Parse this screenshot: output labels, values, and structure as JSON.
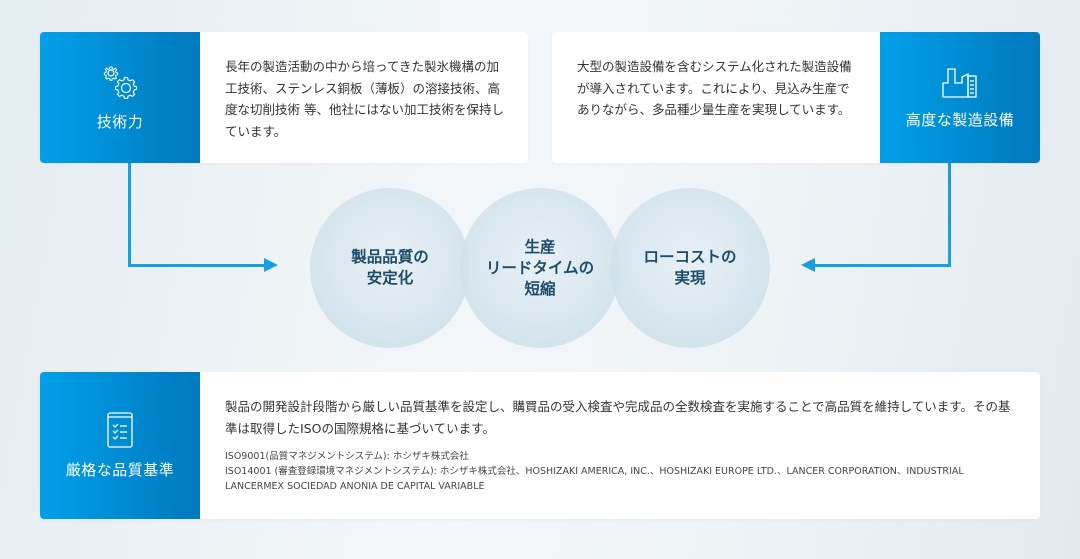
{
  "cards": {
    "tech": {
      "title": "技術力",
      "icon": "gears-icon",
      "description": "長年の製造活動の中から培ってきた製氷機構の加工技術、ステンレス銅板（薄板）の溶接技術、高度な切削技術 等、他社にはない加工技術を保持しています。"
    },
    "equipment": {
      "title": "高度な製造設備",
      "icon": "factory-icon",
      "description": "大型の製造設備を含むシステム化された製造設備が導入されています。これにより、見込み生産でありながら、多品種少量生産を実現しています。"
    },
    "quality": {
      "title": "厳格な品質基準",
      "icon": "checklist-icon",
      "description": "製品の開発設計段階から厳しい品質基準を設定し、購買品の受入検査や完成品の全数検査を実施することで高品質を維持しています。その基準は取得したISOの国際規格に基づいています。",
      "iso_lines": [
        "ISO9001(品質マネジメントシステム): ホシザキ株式会社",
        "ISO14001 (審査登録環境マネジメントシステム): ホシザキ株式会社、HOSHIZAKI AMERICA, INC.、HOSHIZAKI EUROPE LTD.、LANCER CORPORATION、INDUSTRIAL LANCERMEX SOCIEDAD ANONIA DE CAPITAL VARIABLE"
      ]
    }
  },
  "circles": [
    {
      "label": "製品品質の\n安定化"
    },
    {
      "label": "生産\nリードタイムの\n短縮"
    },
    {
      "label": "ローコストの\n実現"
    }
  ],
  "colors": {
    "brand_blue_start": "#00a0e9",
    "brand_blue_end": "#0078bd",
    "arrow": "#14a0e3",
    "circle_text": "#1f4c6a"
  }
}
